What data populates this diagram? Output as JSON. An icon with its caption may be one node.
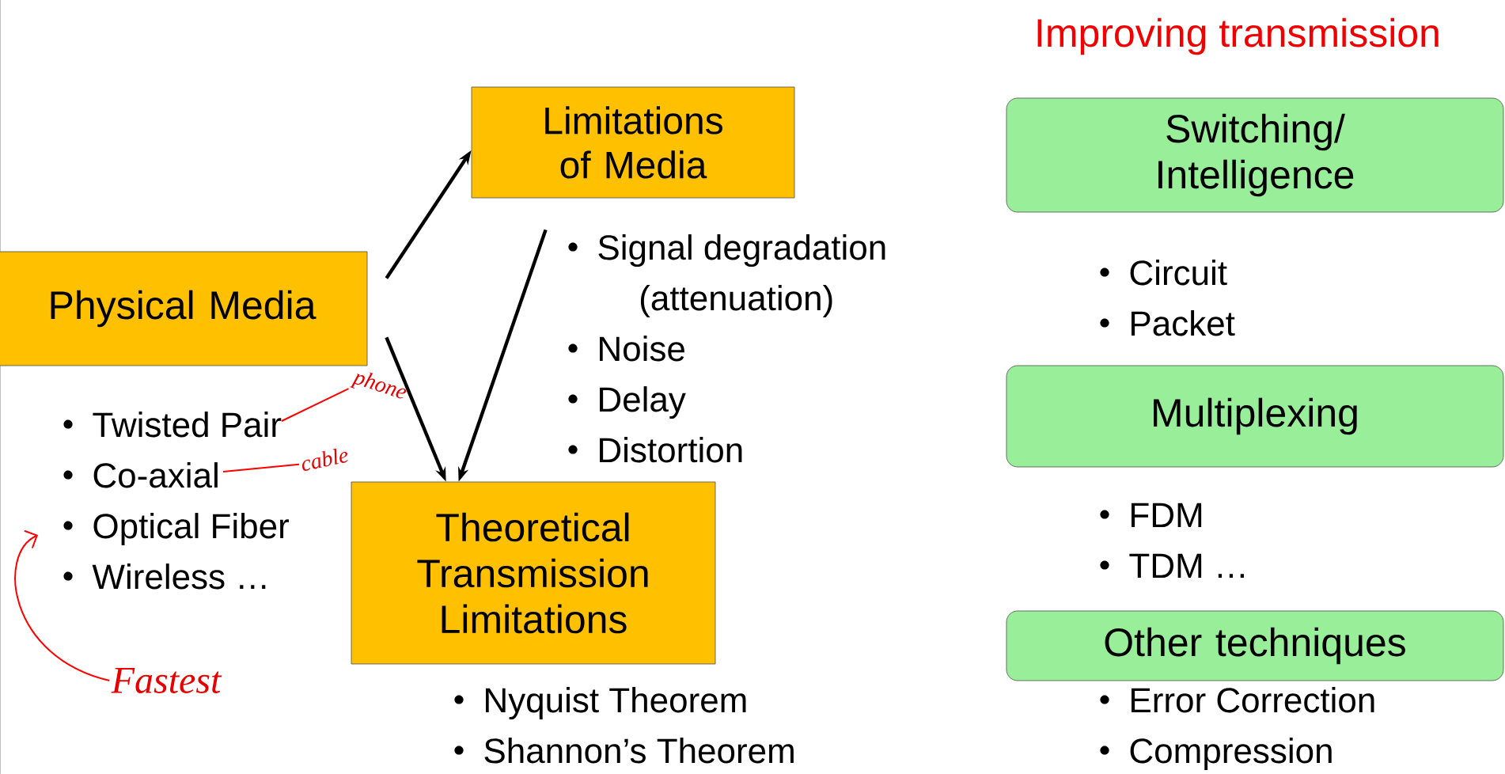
{
  "diagram": {
    "title": "Improving transmission",
    "nodes": [
      {
        "text": [
          "Physical Media"
        ],
        "beside": [
          "Twisted Pair",
          "Co-axial",
          "Optical Fiber",
          "Wireless …"
        ]
      },
      {
        "text": [
          "Limitations of Media"
        ],
        "beside": [
          "Signal degradation (attenuation)",
          "Noise",
          "Delay",
          "Distortion"
        ]
      },
      {
        "text": [
          "Theoretical Transmission Limitations"
        ],
        "beside": [
          "Nyquist Theorem",
          "Shannon’s Theorem"
        ]
      },
      {
        "text": [
          "Switching/ Intelligence"
        ],
        "beside": [
          "Circuit",
          "Packet"
        ]
      },
      {
        "text": [
          "Multiplexing"
        ],
        "beside": [
          "FDM",
          "TDM …"
        ]
      },
      {
        "text": [
          "Other techniques"
        ],
        "beside": [
          "Error Correction",
          "Compression"
        ]
      },
      {
        "text": [
          "phone"
        ]
      },
      {
        "text": [
          "cable"
        ]
      },
      {
        "text": [
          "Fastest"
        ]
      }
    ],
    "edges": [
      {
        "from": 0,
        "to": 1,
        "arrow": "to"
      },
      {
        "from": 0,
        "to": 2,
        "arrow": "to"
      },
      {
        "from": 1,
        "to": 2,
        "arrow": "to"
      },
      {
        "from": 6,
        "to": 0,
        "arrow": "none",
        "color": "#ff0000"
      },
      {
        "from": 7,
        "to": 0,
        "arrow": "none",
        "color": "#ff0000"
      },
      {
        "from": 8,
        "to": 0,
        "arrow": "to",
        "color": "#ff0000"
      }
    ]
  }
}
